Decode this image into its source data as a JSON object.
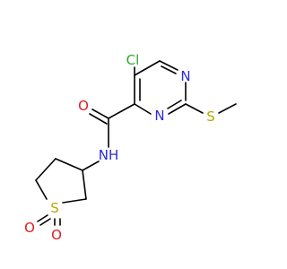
{
  "molecule": {
    "atoms": {
      "cl": {
        "label": "Cl",
        "color": "#2fa52f"
      },
      "n1": {
        "label": "N",
        "color": "#2a2ae0"
      },
      "n3": {
        "label": "N",
        "color": "#2a2ae0"
      },
      "s_methyl": {
        "label": "S",
        "color": "#b5a800"
      },
      "o_carbonyl": {
        "label": "O",
        "color": "#e01b1b"
      },
      "nh": {
        "label": "NH",
        "color": "#2a2ae0"
      },
      "s_ring": {
        "label": "S",
        "color": "#b5a800"
      },
      "o_s1": {
        "label": "O",
        "color": "#e01b1b"
      },
      "o_s2": {
        "label": "O",
        "color": "#e01b1b"
      }
    },
    "bond_color": "#000000"
  }
}
